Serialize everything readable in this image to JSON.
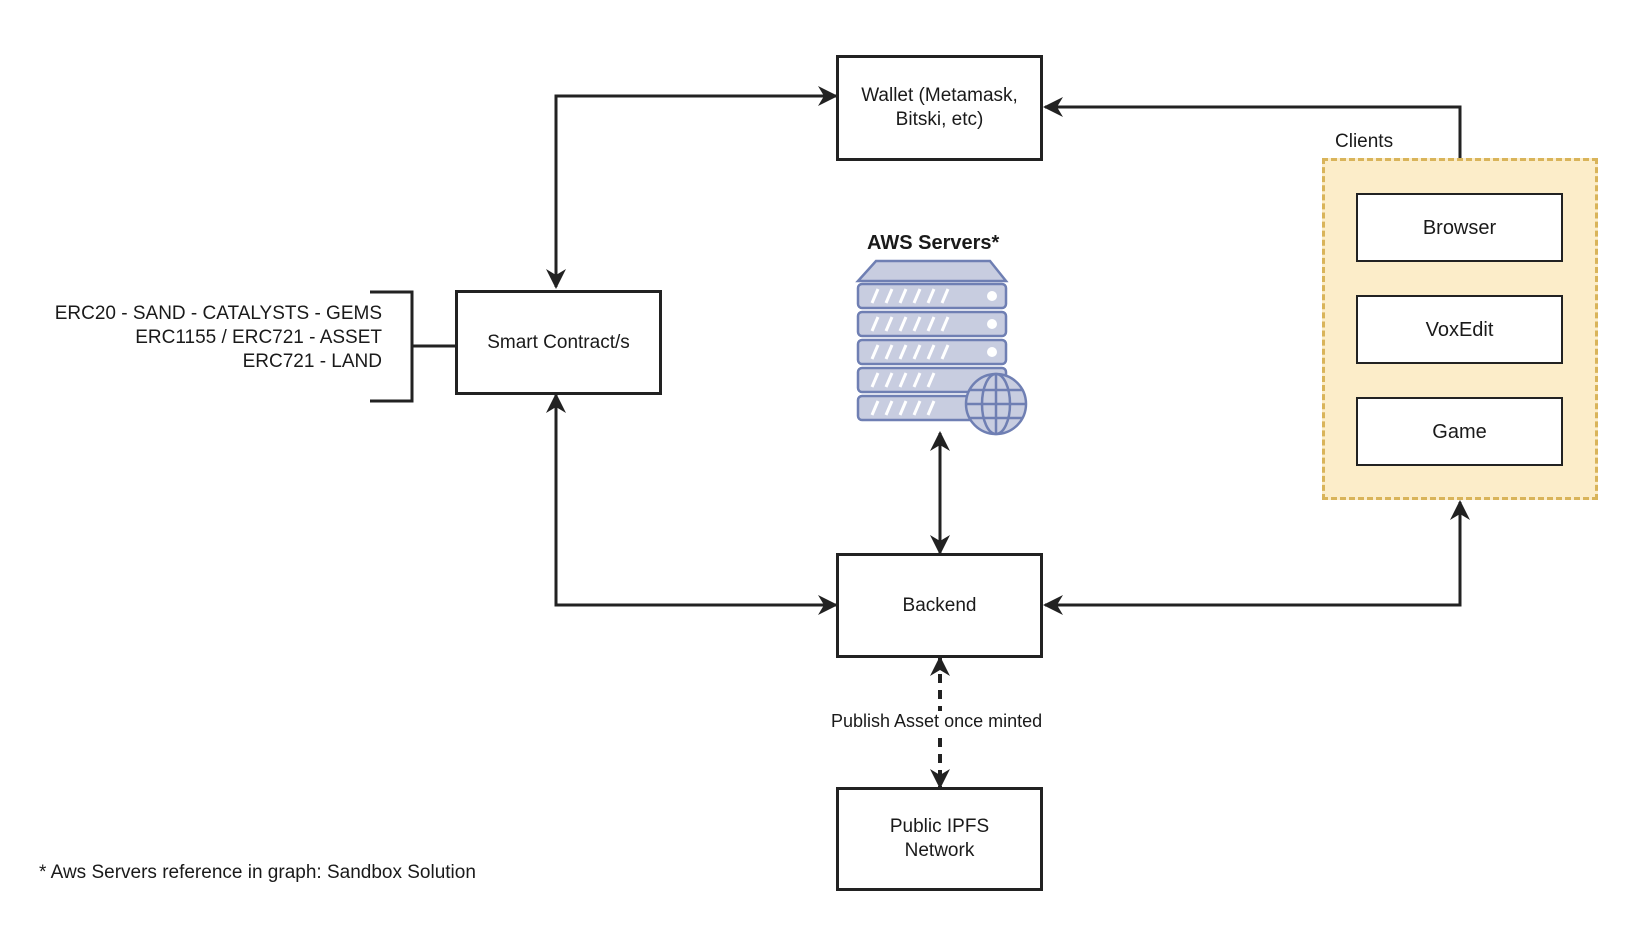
{
  "nodes": {
    "wallet": "Wallet (Metamask,\nBitski, etc)",
    "smart_contract": "Smart Contract/s",
    "backend": "Backend",
    "ipfs": "Public IPFS\nNetwork"
  },
  "aws": {
    "title": "AWS Servers*",
    "icon": "server-globe-icon"
  },
  "clients": {
    "title": "Clients",
    "items": [
      "Browser",
      "VoxEdit",
      "Game"
    ],
    "fill_color": "#fcedc9",
    "border_color": "#d9b45a"
  },
  "erc_list": [
    "ERC20 - SAND - CATALYSTS - GEMS",
    "ERC1155 / ERC721 - ASSET",
    "ERC721 - LAND"
  ],
  "edge_label": "Publish Asset once minted",
  "footnote": "* Aws Servers reference in graph: Sandbox Solution",
  "colors": {
    "line": "#222222",
    "server_fill": "#c8cde0",
    "server_stroke": "#6f7fb3"
  }
}
